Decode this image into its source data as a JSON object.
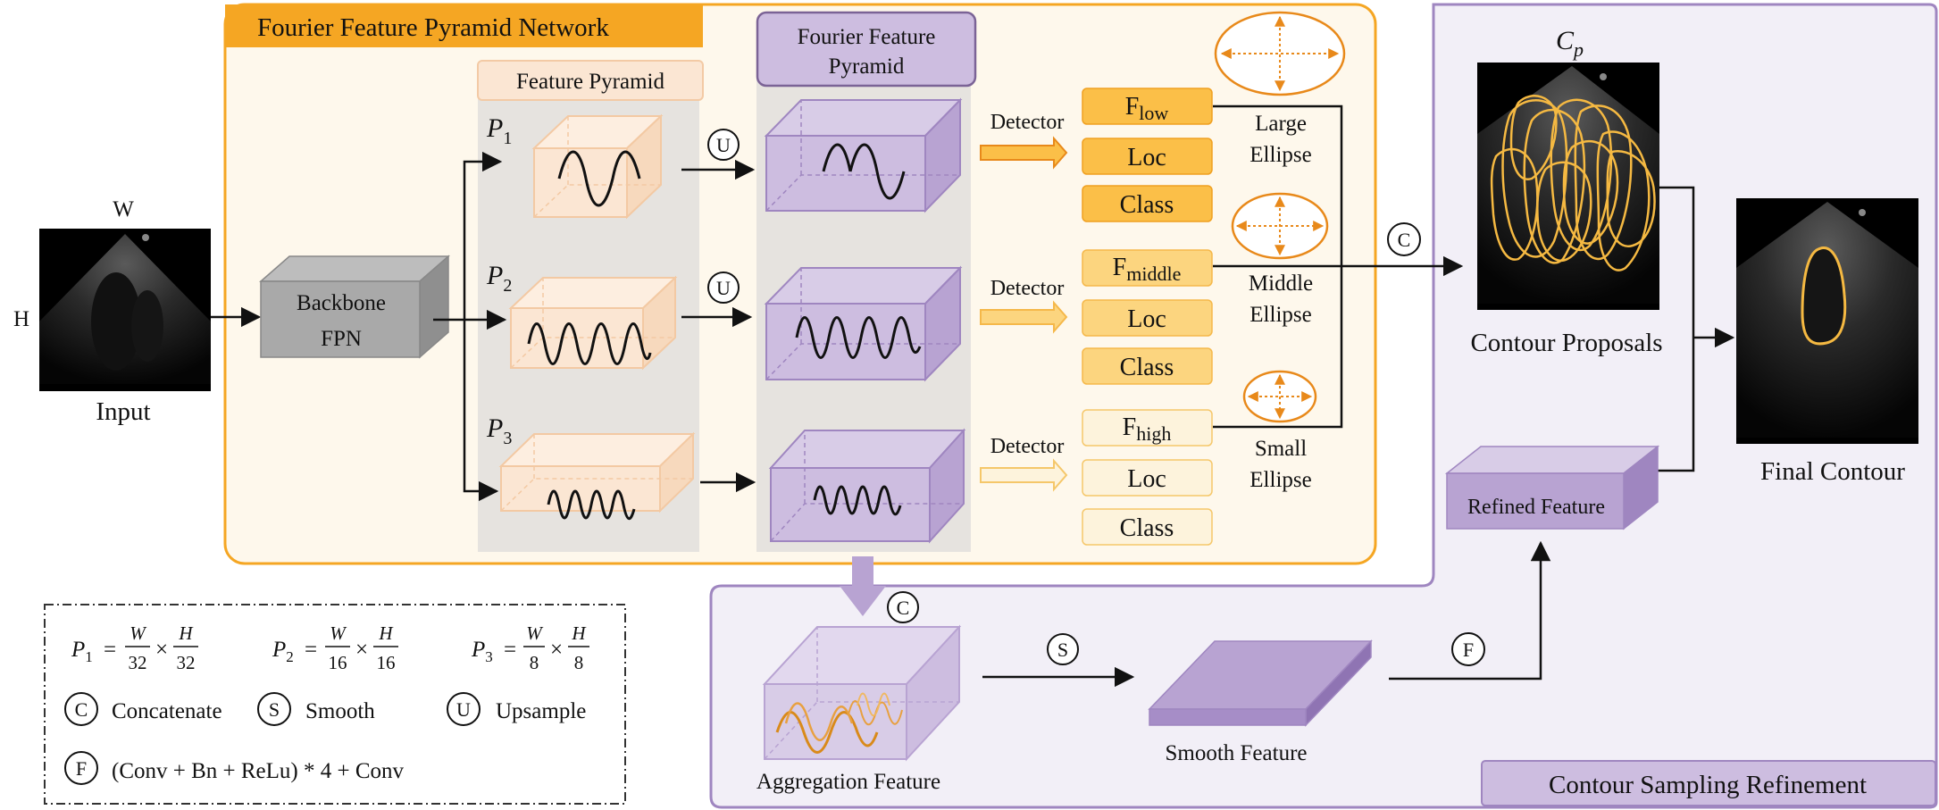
{
  "titles": {
    "ffpn": "Fourier Feature Pyramid Network",
    "csr": "Contour Sampling Refinement",
    "feature_pyramid": "Feature Pyramid",
    "fourier_pyramid_l1": "Fourier Feature",
    "fourier_pyramid_l2": "Pyramid"
  },
  "input": {
    "w_label": "W",
    "h_label": "H",
    "caption": "Input"
  },
  "backbone": {
    "line1": "Backbone",
    "line2": "FPN"
  },
  "pyramid_levels": [
    {
      "P": "P",
      "sub": "1"
    },
    {
      "P": "P",
      "sub": "2"
    },
    {
      "P": "P",
      "sub": "3"
    }
  ],
  "ops": {
    "U": "U",
    "C": "C",
    "S": "S",
    "F": "F"
  },
  "detector_label": "Detector",
  "heads": [
    {
      "F": "F",
      "F_sub": "low",
      "loc": "Loc",
      "cls": "Class",
      "ellipse_l1": "Large",
      "ellipse_l2": "Ellipse"
    },
    {
      "F": "F",
      "F_sub": "middle",
      "loc": "Loc",
      "cls": "Class",
      "ellipse_l1": "Middle",
      "ellipse_l2": "Ellipse"
    },
    {
      "F": "F",
      "F_sub": "high",
      "loc": "Loc",
      "cls": "Class",
      "ellipse_l1": "Small",
      "ellipse_l2": "Ellipse"
    }
  ],
  "proposals": {
    "cp": "C",
    "cp_sub": "p",
    "caption": "Contour Proposals"
  },
  "final": {
    "caption": "Final Contour"
  },
  "refined": {
    "label": "Refined Feature"
  },
  "aggregation": {
    "label": "Aggregation Feature"
  },
  "smooth": {
    "label": "Smooth Feature"
  },
  "legend": {
    "eqs": [
      {
        "P": "P",
        "sub": "1",
        "num1": "W",
        "den1": "32",
        "num2": "H",
        "den2": "32"
      },
      {
        "P": "P",
        "sub": "2",
        "num1": "W",
        "den1": "16",
        "num2": "H",
        "den2": "16"
      },
      {
        "P": "P",
        "sub": "3",
        "num1": "W",
        "den1": "8",
        "num2": "H",
        "den2": "8"
      }
    ],
    "equals": "=",
    "times": "×",
    "concat": "Concatenate",
    "smooth": "Smooth",
    "upsample": "Upsample",
    "f_def": "(Conv + Bn + ReLu) * 4 + Conv"
  },
  "colors": {
    "orange": "#f5a623",
    "orange_dark": "#e8891a",
    "orange_fill": "#fef8ec",
    "peach": "#fbe6d3",
    "purple": "#9f86c0",
    "purple_light": "#cdbde0",
    "purple_bg": "#f2eff7",
    "gray_panel": "#e6e3df",
    "f_low": "#fbbf48",
    "f_mid": "#fcd57f",
    "f_high": "#fdf3dc"
  }
}
